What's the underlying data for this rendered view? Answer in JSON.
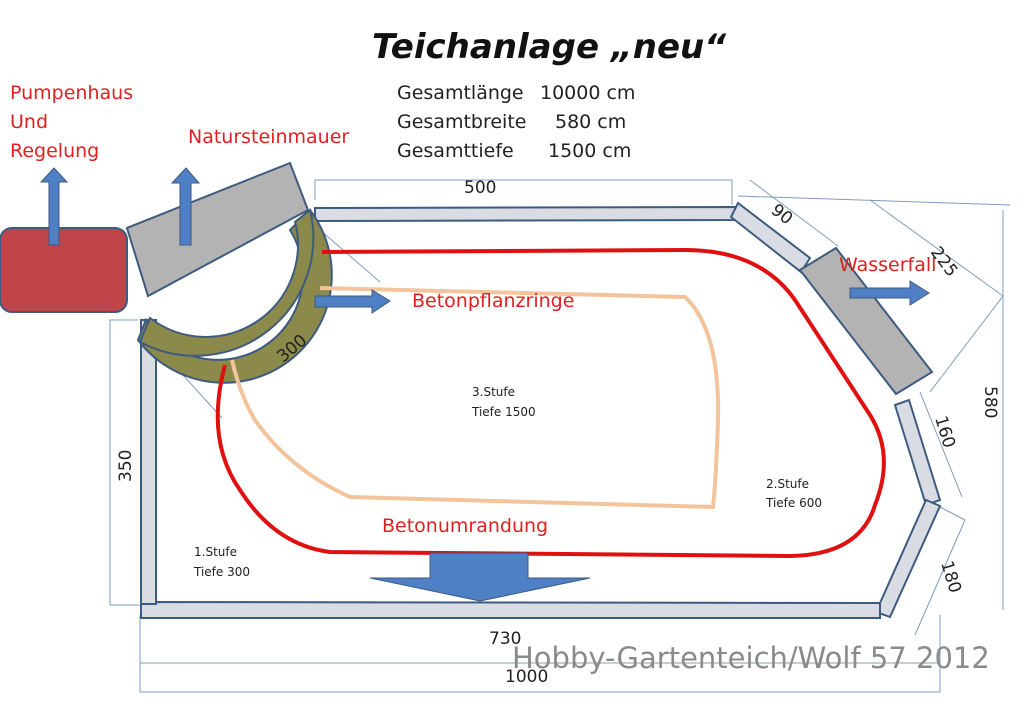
{
  "title": "Teichanlage „neu“",
  "specs": [
    {
      "label": "Gesamtlänge",
      "value": "10000 cm"
    },
    {
      "label": "Gesamtbreite",
      "value": "580 cm"
    },
    {
      "label": "Gesamttiefe",
      "value": "1500 cm"
    }
  ],
  "labels": {
    "pumpenhaus_line1": "Pumpenhaus",
    "pumpenhaus_line2": "Und",
    "pumpenhaus_line3": "Regelung",
    "natursteinmauer": "Natursteinmauer",
    "wasserfall": "Wasserfall",
    "betonpflanzringe": "Betonpflanzringe",
    "betonumrandung": "Betonumrandung"
  },
  "stages": [
    {
      "name": "1.Stufe",
      "depth": "Tiefe 300"
    },
    {
      "name": "2.Stufe",
      "depth": "Tiefe 600"
    },
    {
      "name": "3.Stufe",
      "depth": "Tiefe 1500"
    }
  ],
  "dimensions": {
    "top": "500",
    "diag_top": "90",
    "wasserfall": "225",
    "right": "580",
    "right_upper": "160",
    "right_lower": "180",
    "left": "350",
    "arc": "300",
    "bottom": "730",
    "total": "1000"
  },
  "watermark": "Hobby-Gartenteich/Wolf 57 2012",
  "colors": {
    "wall_fill": "#d9dde3",
    "wall_stroke": "#3d5a80",
    "stone_gray": "#b3b3b3",
    "pump_red": "#c0454a",
    "arc_olive": "#8c8a4a",
    "arrow_blue": "#4f7fc4",
    "red_line": "#e01010",
    "tan_line": "#f3c49b"
  }
}
